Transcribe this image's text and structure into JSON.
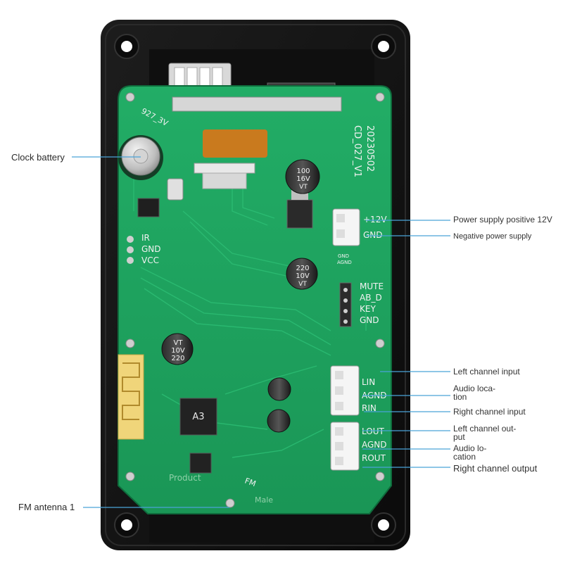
{
  "board": {
    "model": "CD_027_V1",
    "date": "20230502",
    "top_code": "927_3V",
    "silk": {
      "ir": "IR",
      "gnd": "GND",
      "vcc": "VCC",
      "power_pos": "+12V",
      "power_neg": "GND",
      "gnd_small": "GND",
      "agnd_small": "AGND",
      "mute": "MUTE",
      "ab_d": "AB_D",
      "key": "KEY",
      "key_gnd": "GND",
      "lin": "LIN",
      "agnd_in": "AGND",
      "rin": "RIN",
      "lout": "LOUT",
      "agnd_out": "AGND",
      "rout": "ROUT",
      "fm": "FM",
      "product": "Product",
      "male": "Male"
    },
    "capacitors": {
      "c25": {
        "line1": "100",
        "line2": "16V",
        "line3": "VT"
      },
      "c7": {
        "line1": "220",
        "line2": "10V",
        "line3": "VT"
      },
      "c_left": {
        "line1": "220",
        "line2": "10V",
        "line3": "VT"
      }
    },
    "chip_main": {
      "line1": "A3"
    }
  },
  "callouts": {
    "clock_battery": "Clock battery",
    "fm_antenna": "FM antenna 1",
    "power_positive": "Power supply positive 12V",
    "power_negative": "Negative power supply",
    "left_in": "Left channel input",
    "audio_loc_1_a": "Audio loca-",
    "audio_loc_1_b": "tion",
    "right_in": "Right channel input",
    "left_out_a": "Left channel out-",
    "left_out_b": "put",
    "audio_loc_2_a": "Audio lo-",
    "audio_loc_2_b": "cation",
    "right_out": "Right channel output"
  },
  "colors": {
    "pcb": "#1ea35f",
    "enclosure": "#141414",
    "callout_line": "#4aa3d8"
  }
}
